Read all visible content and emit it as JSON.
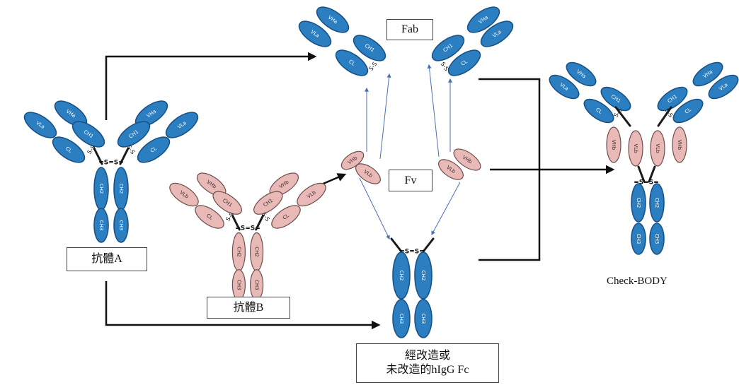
{
  "labels": {
    "fab": "Fab",
    "fv": "Fv",
    "antibody_a": "抗體A",
    "antibody_b": "抗體B",
    "hfc_line1": "經改造或",
    "hfc_line2": "未改造的hIgG Fc",
    "check_body": "Check-BODY"
  },
  "domains": {
    "vha": "VHa",
    "vla": "VLa",
    "ch1": "CH1",
    "cl": "CL",
    "ch2": "CH2",
    "ch3": "CH3",
    "vhb": "VHb",
    "vlb": "VLb",
    "disulfide": "S-S",
    "hinge_bond": "=S=S="
  },
  "colors": {
    "blue_domain": "#2b7fc1",
    "pink_domain": "#e8b9b6",
    "black_arrow": "#111111",
    "thin_arrow": "#4a6fb5"
  }
}
